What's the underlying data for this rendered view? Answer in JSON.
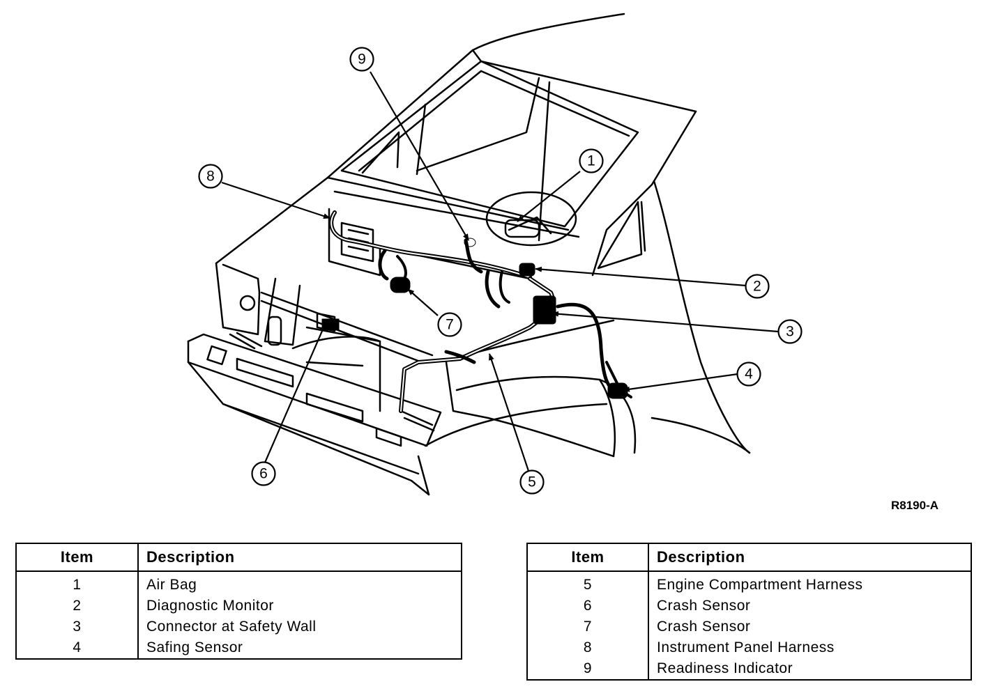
{
  "figure": {
    "reference_code": "R8190-A",
    "callouts": [
      {
        "id": 1,
        "label": "1"
      },
      {
        "id": 2,
        "label": "2"
      },
      {
        "id": 3,
        "label": "3"
      },
      {
        "id": 4,
        "label": "4"
      },
      {
        "id": 5,
        "label": "5"
      },
      {
        "id": 6,
        "label": "6"
      },
      {
        "id": 7,
        "label": "7"
      },
      {
        "id": 8,
        "label": "8"
      },
      {
        "id": 9,
        "label": "9"
      }
    ]
  },
  "legend": {
    "header_item": "Item",
    "header_description": "Description",
    "left": [
      {
        "item": "1",
        "description": "Air Bag"
      },
      {
        "item": "2",
        "description": "Diagnostic Monitor"
      },
      {
        "item": "3",
        "description": "Connector at Safety Wall"
      },
      {
        "item": "4",
        "description": "Safing Sensor"
      }
    ],
    "right": [
      {
        "item": "5",
        "description": "Engine Compartment Harness"
      },
      {
        "item": "6",
        "description": "Crash Sensor"
      },
      {
        "item": "7",
        "description": "Crash Sensor"
      },
      {
        "item": "8",
        "description": "Instrument Panel Harness"
      },
      {
        "item": "9",
        "description": "Readiness Indicator"
      }
    ]
  },
  "colors": {
    "ink": "#000000",
    "paper": "#ffffff"
  }
}
